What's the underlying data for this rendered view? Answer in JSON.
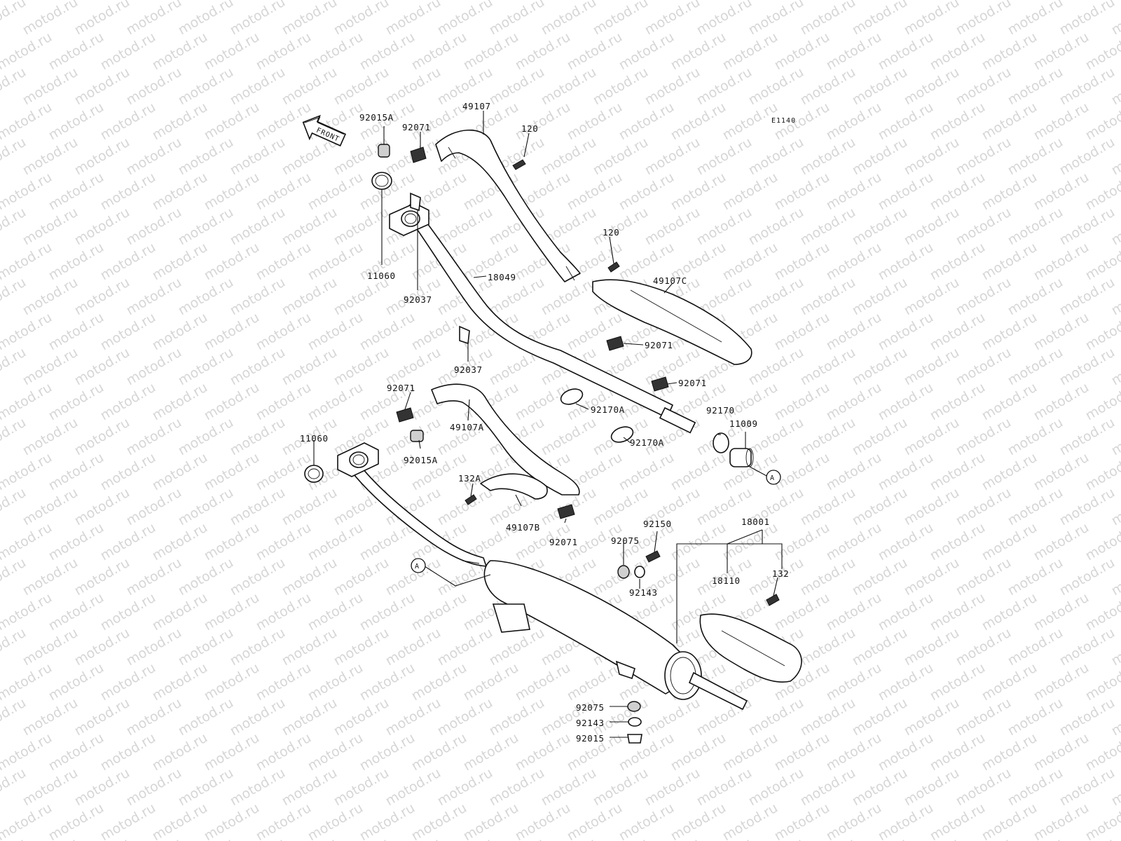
{
  "watermark": "motod.ru",
  "diagram_code": "E1140",
  "front_label": "FRONT",
  "callout_marker": "A",
  "parts": {
    "p92015A_top": "92015A",
    "p92071_top": "92071",
    "p49107": "49107",
    "p120_top": "120",
    "p11060_top": "11060",
    "p92037_top": "92037",
    "p18049": "18049",
    "p120_mid": "120",
    "p49107C": "49107C",
    "p92071_c1": "92071",
    "p92071_c2": "92071",
    "p92037_mid": "92037",
    "p92071_left": "92071",
    "p11060_left": "11060",
    "p92015A_left": "92015A",
    "p49107A": "49107A",
    "p92170A_1": "92170A",
    "p92170A_2": "92170A",
    "p92170": "92170",
    "p11009": "11009",
    "p132A": "132A",
    "p49107B": "49107B",
    "p92071_b": "92071",
    "p92075_top": "92075",
    "p92150": "92150",
    "p18001": "18001",
    "p132": "132",
    "p18110": "18110",
    "p92143_top": "92143",
    "p92075_bot": "92075",
    "p92143_bot": "92143",
    "p92015": "92015"
  }
}
